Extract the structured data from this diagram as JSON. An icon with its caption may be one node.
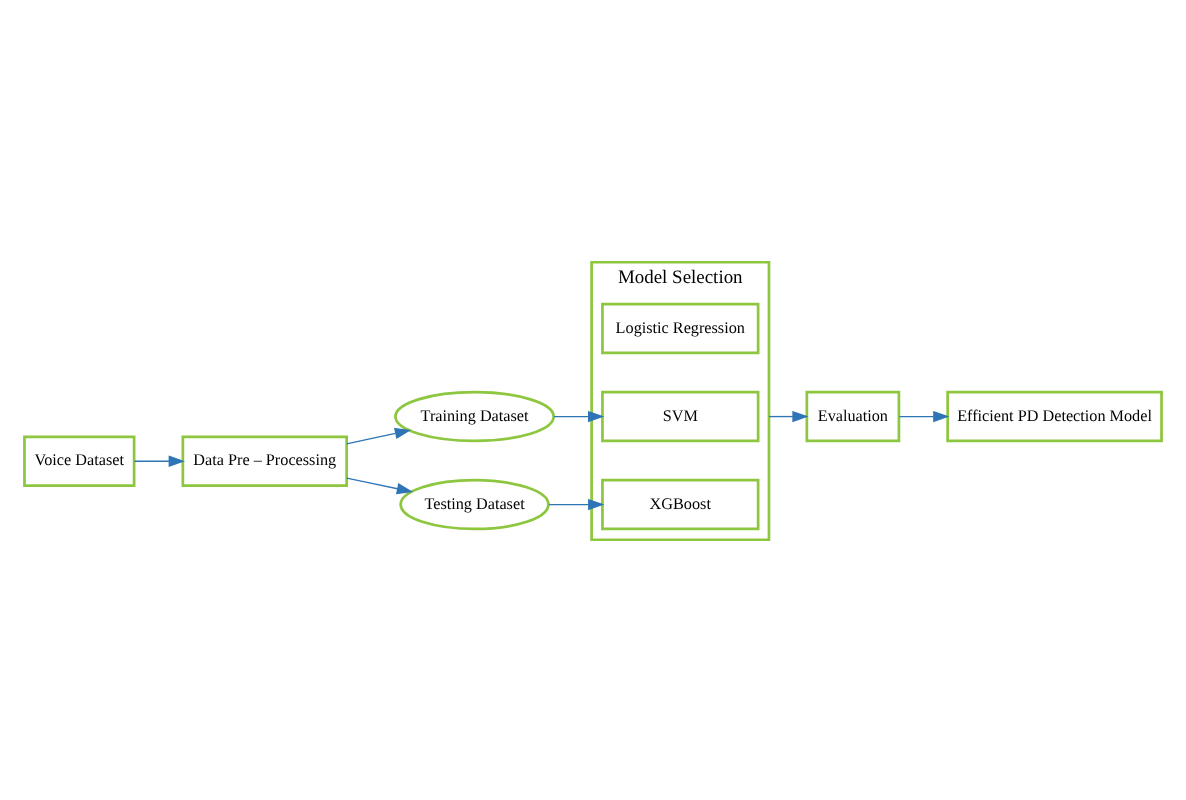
{
  "diagram": {
    "nodes": [
      {
        "text": [
          "Voice Dataset"
        ]
      },
      {
        "text": [
          "Data Pre – Processing"
        ]
      },
      {
        "text": [
          "Training Dataset"
        ]
      },
      {
        "text": [
          "Testing Dataset"
        ]
      },
      {
        "text": [
          "Model Selection"
        ]
      },
      {
        "text": [
          "Logistic Regression"
        ],
        "in": 4
      },
      {
        "text": [
          "SVM"
        ],
        "in": 4
      },
      {
        "text": [
          "XGBoost"
        ],
        "in": 4
      },
      {
        "text": [
          "Evaluation"
        ]
      },
      {
        "text": [
          "Efficient PD Detection Model"
        ]
      }
    ],
    "edges": [
      {
        "from": 0,
        "to": 1,
        "arrow": "to"
      },
      {
        "from": 1,
        "to": 2,
        "arrow": "to"
      },
      {
        "from": 1,
        "to": 3,
        "arrow": "to"
      },
      {
        "from": 2,
        "to": 6,
        "arrow": "to"
      },
      {
        "from": 3,
        "to": 7,
        "arrow": "to"
      },
      {
        "from": 4,
        "to": 8,
        "arrow": "to"
      },
      {
        "from": 8,
        "to": 9,
        "arrow": "to"
      }
    ]
  }
}
